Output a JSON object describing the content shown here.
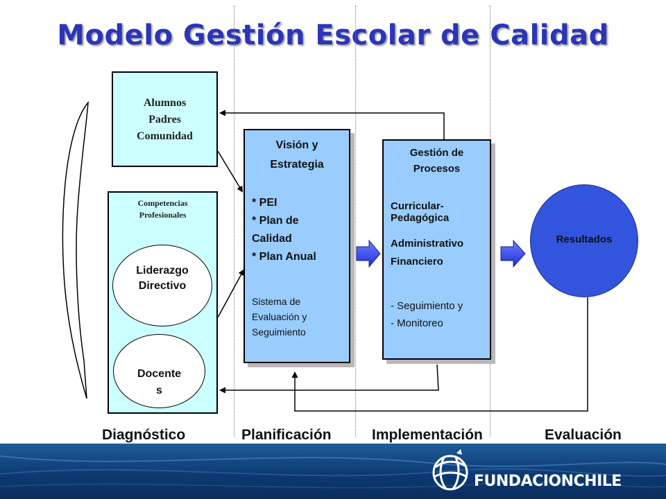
{
  "title": "Modelo Gestión Escolar de Calidad",
  "stakeholders_box": {
    "line1": "Alumnos",
    "line2": "Padres",
    "line3": "Comunidad"
  },
  "competencias_box": {
    "heading_line1": "Competencias",
    "heading_line2": "Profesionales",
    "liderazgo_line1": "Liderazgo",
    "liderazgo_line2": "Directivo",
    "docentes_line1": "Docente",
    "docentes_line2": "s"
  },
  "vision_box": {
    "heading_line1": "Visión y",
    "heading_line2": "Estrategia",
    "item1": "* PEI",
    "item2_line1": "* Plan de",
    "item2_line2": "Calidad",
    "item3": "* Plan Anual",
    "note_line1": "Sistema de",
    "note_line2": "Evaluación y",
    "note_line3": "Seguimiento"
  },
  "procesos_box": {
    "heading_line1": "Gestión de",
    "heading_line2": "Procesos",
    "item1_line1": "Curricular-",
    "item1_line2": "Pedagógica",
    "item2": "Administrativo",
    "item3": "Financiero",
    "note_line1": "- Seguimiento y",
    "note_line2": "- Monitoreo"
  },
  "resultados": "Resultados",
  "phases": [
    "Diagnóstico",
    "Planificación",
    "Implementación",
    "Evaluación"
  ],
  "logo_text": "FUNDACIONCHILE",
  "colors": {
    "title": "#2a35b8",
    "cyan_box": "#ccffff",
    "blue_box": "#99ccff",
    "resultados": "#3355dd",
    "footer": "#0d3a73",
    "arrow": "#1f2fd6"
  }
}
